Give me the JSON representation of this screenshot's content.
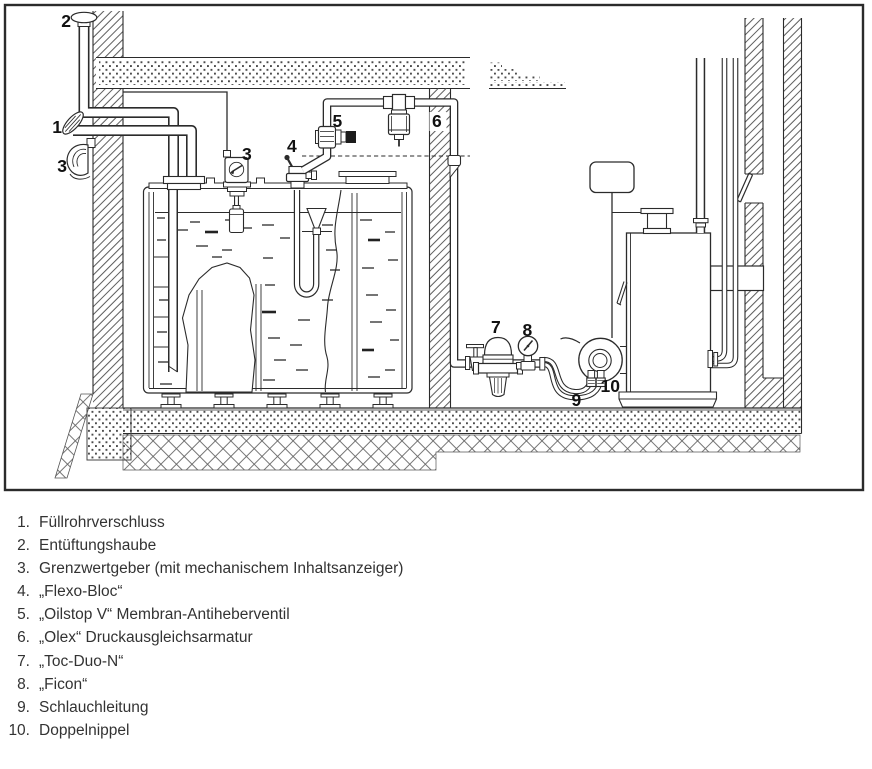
{
  "colors": {
    "background": "#ffffff",
    "line": "#2b2b2b",
    "label": "#111111",
    "legend_text": "#333333"
  },
  "diagram": {
    "callouts": [
      {
        "id": "callout-2",
        "text": "2"
      },
      {
        "id": "callout-1",
        "text": "1"
      },
      {
        "id": "callout-3-socket",
        "text": "3"
      },
      {
        "id": "callout-3-gauge",
        "text": "3"
      },
      {
        "id": "callout-4",
        "text": "4"
      },
      {
        "id": "callout-5",
        "text": "5"
      },
      {
        "id": "callout-6",
        "text": "6"
      },
      {
        "id": "callout-7",
        "text": "7"
      },
      {
        "id": "callout-8",
        "text": "8"
      },
      {
        "id": "callout-9",
        "text": "9"
      },
      {
        "id": "callout-10",
        "text": "10"
      }
    ]
  },
  "legend": {
    "items": [
      {
        "num": "1.",
        "label": "Füllrohrverschluss"
      },
      {
        "num": "2.",
        "label": "Entüftungshaube"
      },
      {
        "num": "3.",
        "label": "Grenzwertgeber (mit mechanischem Inhaltsanzeiger)"
      },
      {
        "num": "4.",
        "label": "„Flexo-Bloc“"
      },
      {
        "num": "5.",
        "label": "„Oilstop V“ Membran-Antiheberventil"
      },
      {
        "num": "6.",
        "label": "„Olex“ Druckausgleichsarmatur"
      },
      {
        "num": "7.",
        "label": "„Toc-Duo-N“"
      },
      {
        "num": "8.",
        "label": "„Ficon“"
      },
      {
        "num": "9.",
        "label": "Schlauchleitung"
      },
      {
        "num": "10.",
        "label": "Doppelnippel"
      }
    ]
  }
}
